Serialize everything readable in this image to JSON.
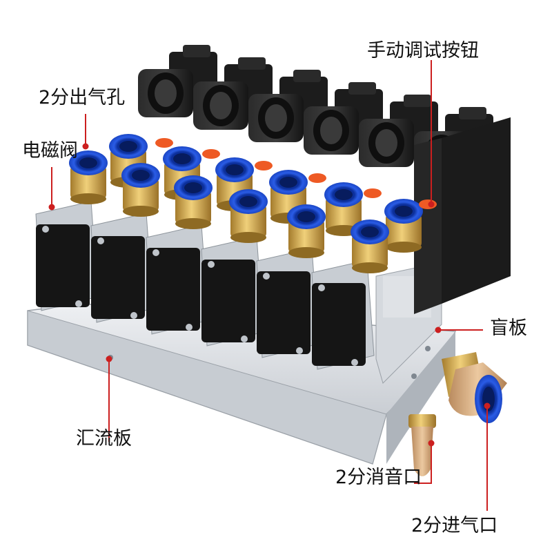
{
  "image": {
    "subject": "manifold-mounted solenoid valve bank",
    "background_color": "#ffffff",
    "leader_color": "#cc1f1f"
  },
  "labels": {
    "manual_button": "手动调试按钮",
    "outlet_port": "2分出气孔",
    "solenoid_valve": "电磁阀",
    "blanking_plate": "盲板",
    "manifold": "汇流板",
    "muffler_port": "2分消音口",
    "inlet_port": "2分进气口"
  },
  "colors": {
    "fitting_blue": "#2450d8",
    "brass": "#c9a24a",
    "body_black": "#1a1a1a",
    "aluminum": "#d9dde2",
    "button_orange": "#ee5a24"
  }
}
